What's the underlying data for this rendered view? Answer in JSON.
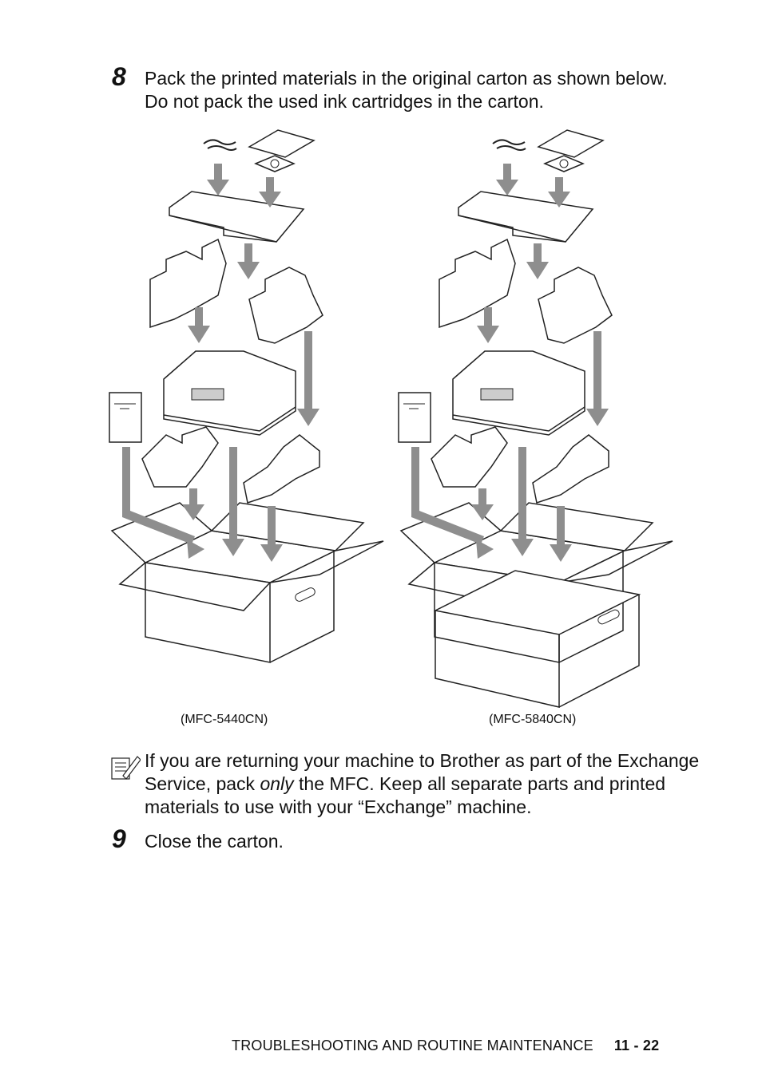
{
  "step8": {
    "number": "8",
    "line1": "Pack the printed materials in the original carton as shown below.",
    "line2": "Do not pack the used ink cartridges in the carton."
  },
  "captions": {
    "left": "(MFC-5440CN)",
    "right": "(MFC-5840CN)"
  },
  "note": {
    "part1": "If you are returning your machine to Brother as part of the Exchange Service, pack ",
    "emphasis": "only",
    "part2": " the MFC. Keep all separate parts and printed materials to use with your “Exchange” machine."
  },
  "step9": {
    "number": "9",
    "text": "Close the carton."
  },
  "footer": {
    "section": "TROUBLESHOOTING AND ROUTINE MAINTENANCE",
    "page": "11 - 22"
  },
  "colors": {
    "arrow": "#8e8e8e",
    "line": "#222222"
  }
}
